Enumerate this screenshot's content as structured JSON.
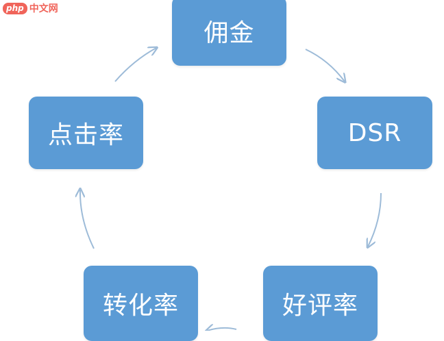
{
  "watermark": {
    "badge": "php",
    "text": "中文网"
  },
  "diagram": {
    "nodes": [
      {
        "id": "commission",
        "label": "佣金"
      },
      {
        "id": "dsr",
        "label": "DSR"
      },
      {
        "id": "rating",
        "label": "好评率"
      },
      {
        "id": "conversion",
        "label": "转化率"
      },
      {
        "id": "ctr",
        "label": "点击率"
      }
    ],
    "edges": [
      {
        "from": "commission",
        "to": "dsr"
      },
      {
        "from": "dsr",
        "to": "rating"
      },
      {
        "from": "rating",
        "to": "conversion"
      },
      {
        "from": "conversion",
        "to": "ctr"
      },
      {
        "from": "ctr",
        "to": "commission"
      }
    ],
    "colors": {
      "node_fill": "#5b9bd5",
      "node_text": "#ffffff",
      "arrow": "#9dbbd8"
    }
  }
}
